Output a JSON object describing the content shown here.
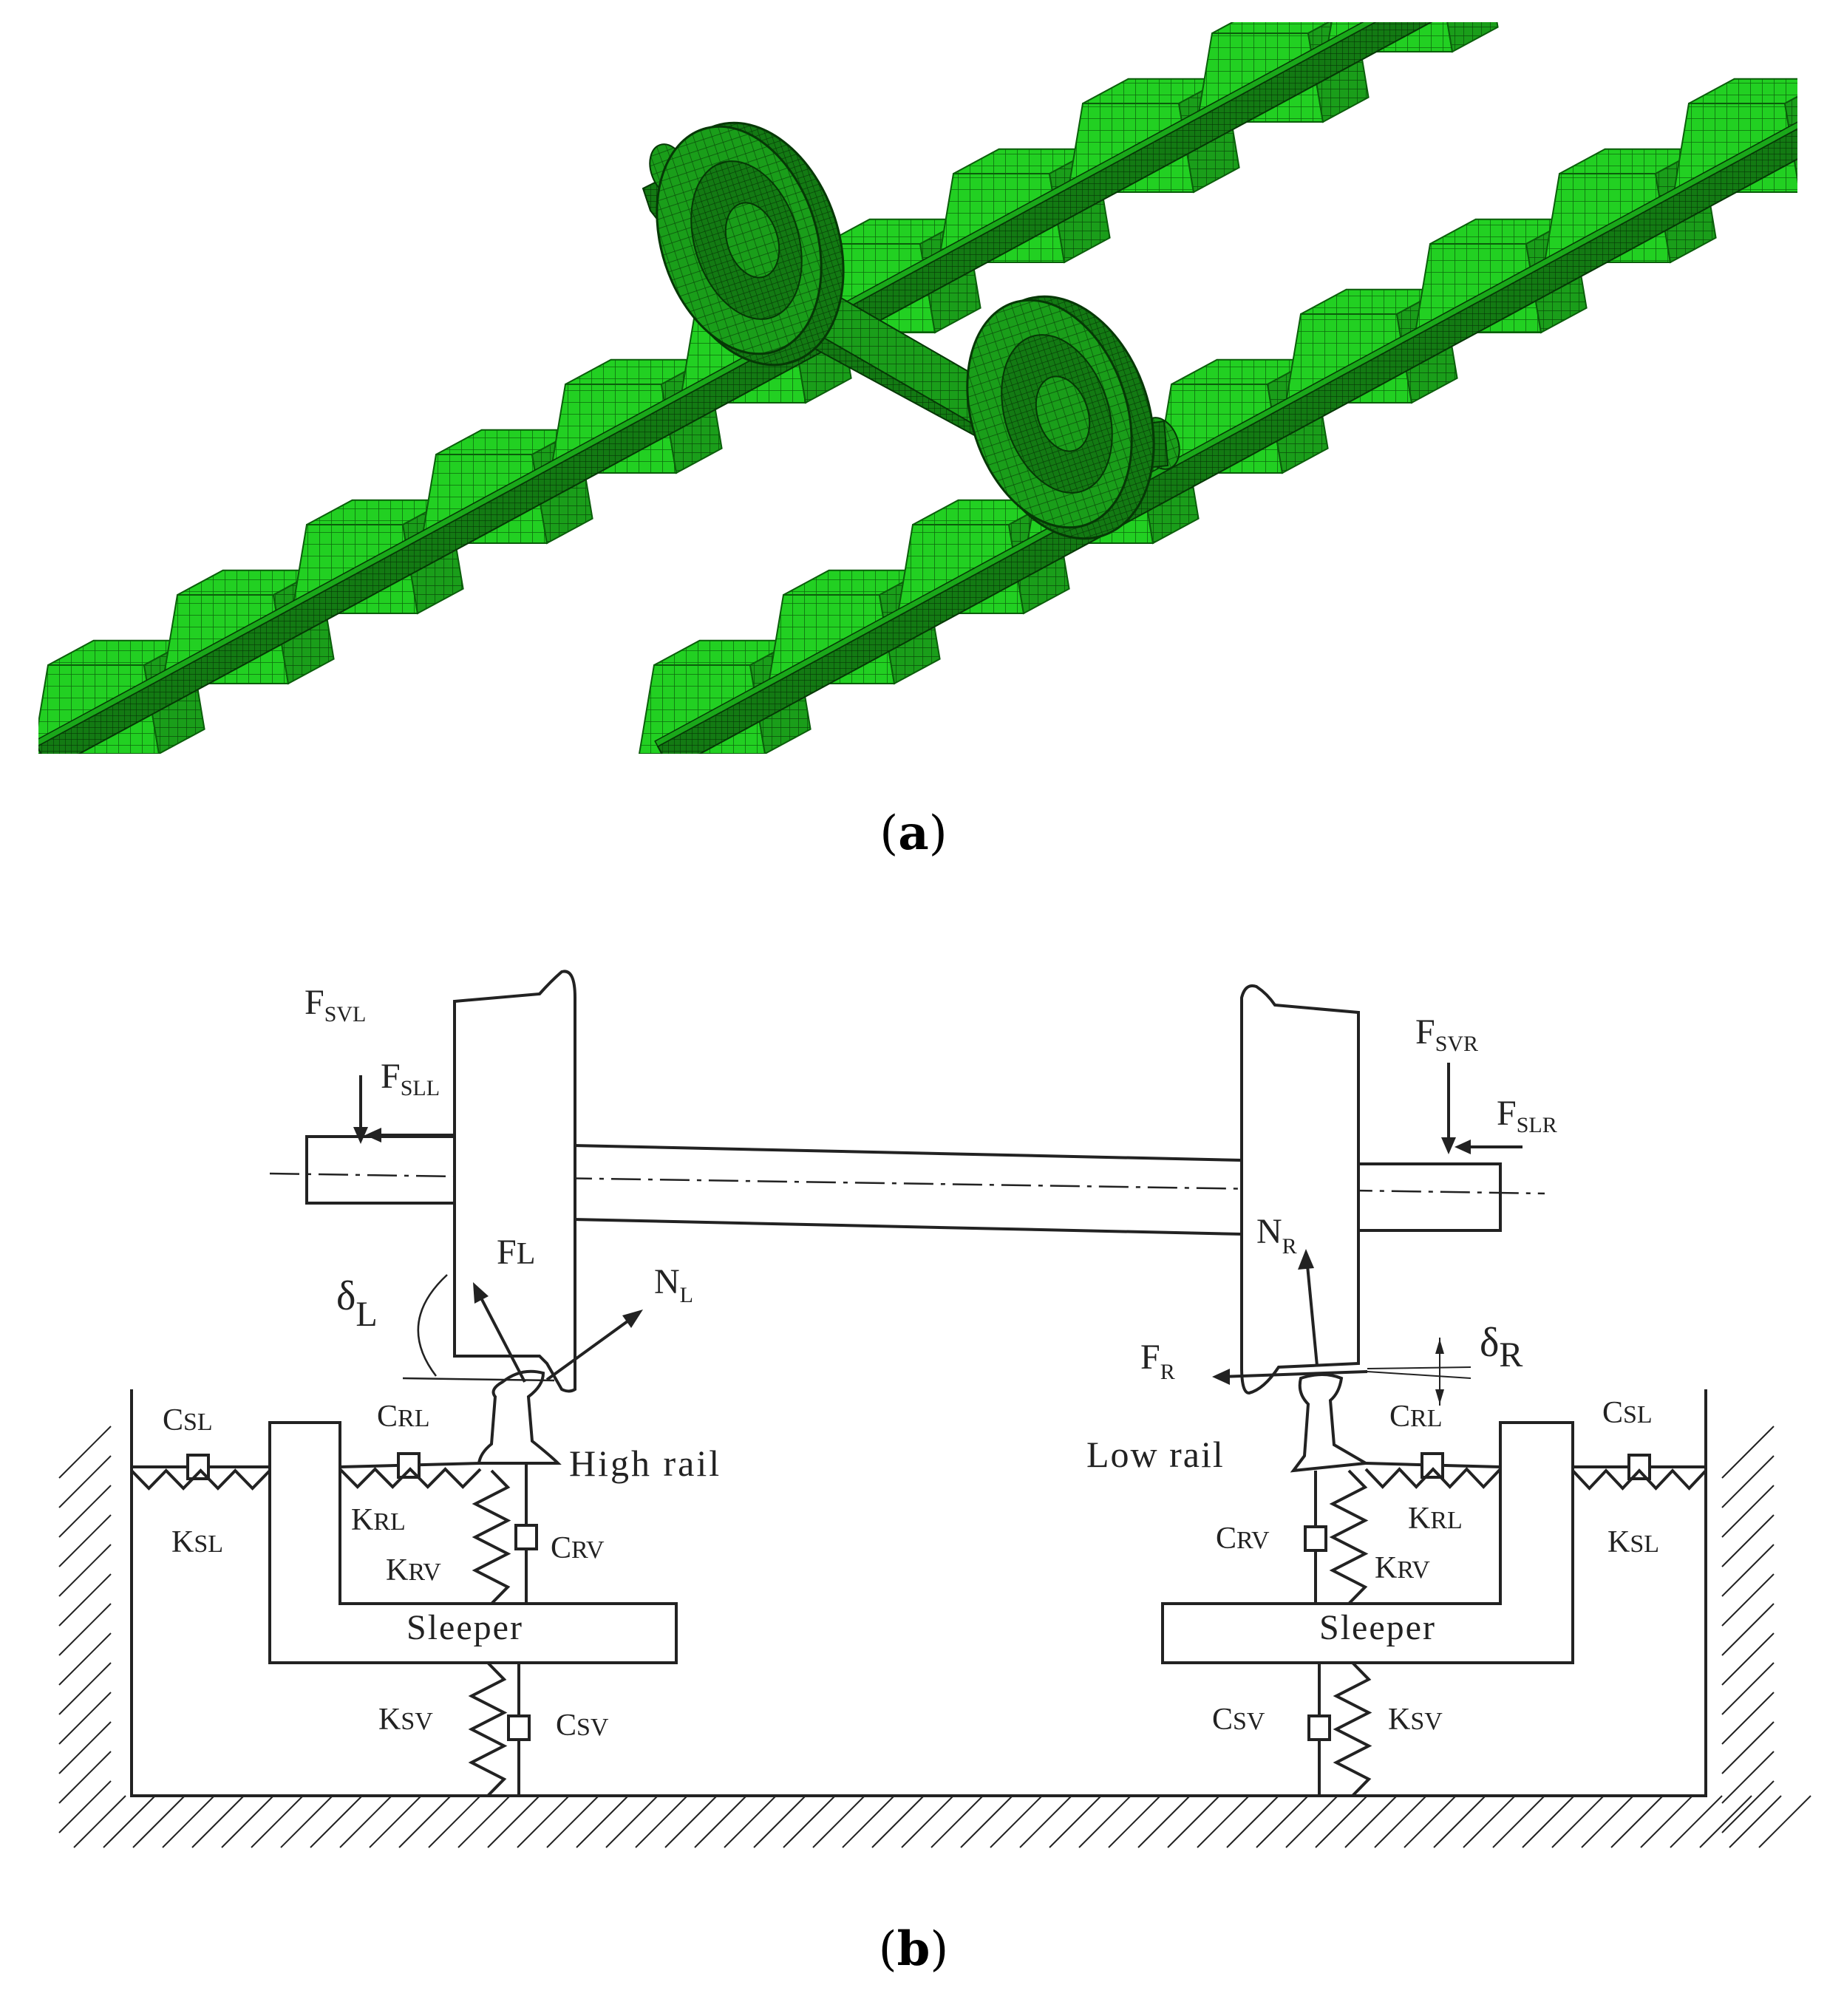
{
  "colors": {
    "mesh_fill": "#22d022",
    "mesh_dark": "#0b5e0b",
    "mesh_mid": "#15a015",
    "line": "#222222"
  },
  "captions": {
    "a_letter": "a",
    "b_letter": "b"
  },
  "forces": {
    "fsvl": "F",
    "fsvl_sub": "SVL",
    "fsll": "F",
    "fsll_sub": "SLL",
    "fsvr": "F",
    "fsvr_sub": "SVR",
    "fslr": "F",
    "fslr_sub": "SLR",
    "fl": "F",
    "fl_sub": "L",
    "nl": "N",
    "nl_sub": "L",
    "nr": "N",
    "nr_sub": "R",
    "fr": "F",
    "fr_sub": "R",
    "dl": "δ",
    "dl_sub": "L",
    "dr": "δ",
    "dr_sub": "R"
  },
  "labels": {
    "high_rail": "High rail",
    "low_rail": "Low rail",
    "sleeper_left": "Sleeper",
    "sleeper_right": "Sleeper"
  },
  "springs": {
    "c": "C",
    "k": "K",
    "sl": "SL",
    "rl": "RL",
    "rv": "RV",
    "sv": "SV"
  }
}
